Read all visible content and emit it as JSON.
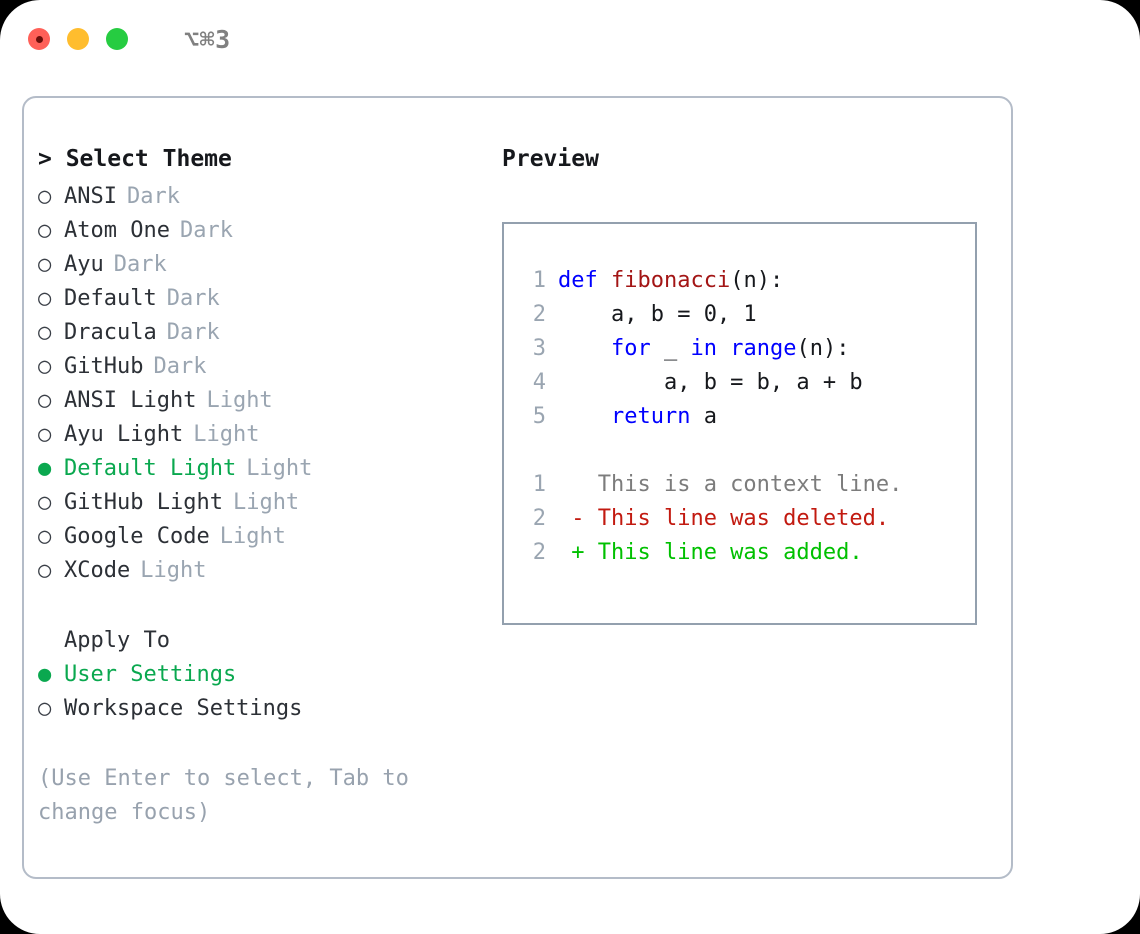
{
  "titlebar": {
    "shortcut": "⌥⌘3",
    "buttons": [
      "close",
      "minimize",
      "maximize"
    ]
  },
  "theme_picker": {
    "heading": "> Select Theme",
    "marker_selected": "●",
    "marker_unselected": "○",
    "items": [
      {
        "name": "ANSI",
        "category": "Dark",
        "selected": false
      },
      {
        "name": "Atom One",
        "category": "Dark",
        "selected": false
      },
      {
        "name": "Ayu",
        "category": "Dark",
        "selected": false
      },
      {
        "name": "Default",
        "category": "Dark",
        "selected": false
      },
      {
        "name": "Dracula",
        "category": "Dark",
        "selected": false
      },
      {
        "name": "GitHub",
        "category": "Dark",
        "selected": false
      },
      {
        "name": "ANSI Light",
        "category": "Light",
        "selected": false
      },
      {
        "name": "Ayu Light",
        "category": "Light",
        "selected": false
      },
      {
        "name": "Default Light",
        "category": "Light",
        "selected": true
      },
      {
        "name": "GitHub Light",
        "category": "Light",
        "selected": false
      },
      {
        "name": "Google Code",
        "category": "Light",
        "selected": false
      },
      {
        "name": "XCode",
        "category": "Light",
        "selected": false
      }
    ]
  },
  "apply_to": {
    "heading": "Apply To",
    "items": [
      {
        "name": "User Settings",
        "selected": true
      },
      {
        "name": "Workspace Settings",
        "selected": false
      }
    ]
  },
  "hint": "(Use Enter to select, Tab to change focus)",
  "preview": {
    "title": "Preview",
    "code_lines": [
      {
        "no": "1",
        "tokens": [
          {
            "t": "def ",
            "k": "kw"
          },
          {
            "t": "fibonacci",
            "k": "fn"
          },
          {
            "t": "(n):",
            "k": "plain"
          }
        ]
      },
      {
        "no": "2",
        "tokens": [
          {
            "t": "    a, b = 0, 1",
            "k": "plain"
          }
        ]
      },
      {
        "no": "3",
        "tokens": [
          {
            "t": "    ",
            "k": "plain"
          },
          {
            "t": "for",
            "k": "kw"
          },
          {
            "t": " _ ",
            "k": "plain"
          },
          {
            "t": "in",
            "k": "kw"
          },
          {
            "t": " ",
            "k": "plain"
          },
          {
            "t": "range",
            "k": "builtin"
          },
          {
            "t": "(n):",
            "k": "plain"
          }
        ]
      },
      {
        "no": "4",
        "tokens": [
          {
            "t": "        a, b = b, a + b",
            "k": "plain"
          }
        ]
      },
      {
        "no": "5",
        "tokens": [
          {
            "t": "    ",
            "k": "plain"
          },
          {
            "t": "return",
            "k": "kw"
          },
          {
            "t": " a",
            "k": "plain"
          }
        ]
      }
    ],
    "diff_lines": [
      {
        "no": "1",
        "sign": " ",
        "text": "This is a context line.",
        "kind": "context"
      },
      {
        "no": "2",
        "sign": "-",
        "text": "This line was deleted.",
        "kind": "del"
      },
      {
        "no": "2",
        "sign": "+",
        "text": "This line was added.",
        "kind": "add"
      }
    ]
  },
  "colors": {
    "selected_green": "#0aa84f",
    "muted_gray": "#9aa5b1",
    "border": "#93a0ae",
    "card_border": "#b4bcc8",
    "keyword_blue": "#0000ff",
    "function_red": "#a31515",
    "diff_del_red": "#c21a10",
    "diff_add_green": "#00c000"
  }
}
